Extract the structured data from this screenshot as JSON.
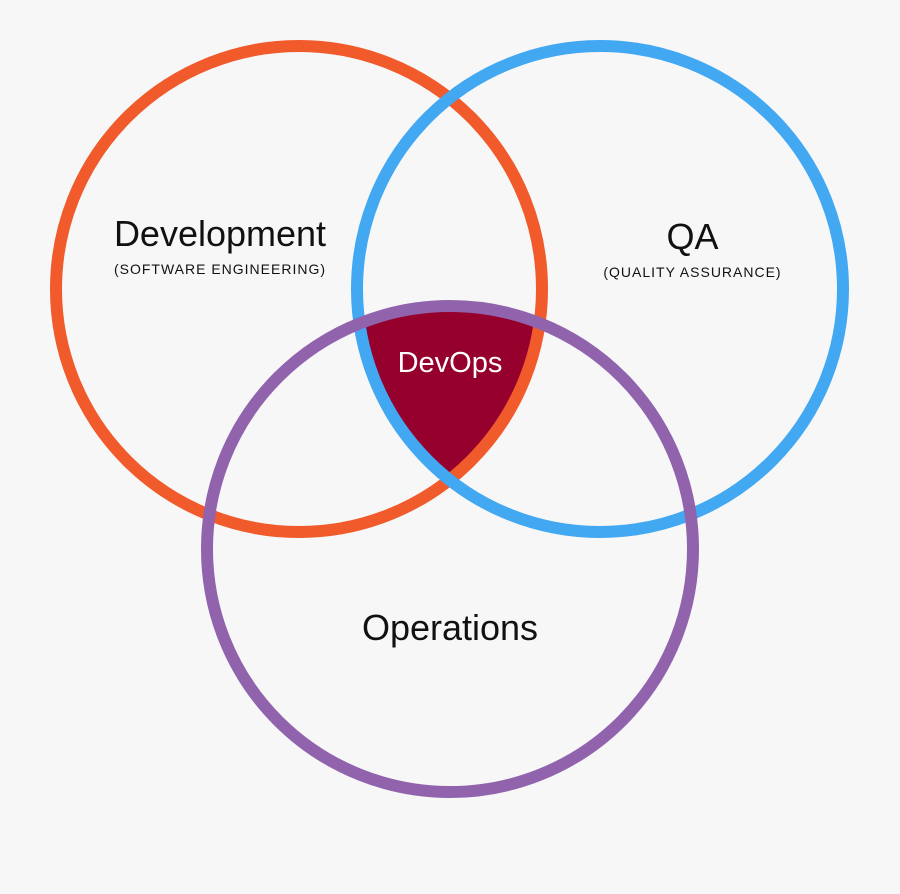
{
  "diagram": {
    "development": {
      "title": "Development",
      "subtitle": "(SOFTWARE ENGINEERING)",
      "color": "#f15a2a"
    },
    "qa": {
      "title": "QA",
      "subtitle": "(QUALITY ASSURANCE)",
      "color": "#42a8f2"
    },
    "operations": {
      "title": "Operations",
      "color": "#9163ad"
    },
    "intersection": {
      "title": "DevOps",
      "color": "#95002d"
    }
  }
}
